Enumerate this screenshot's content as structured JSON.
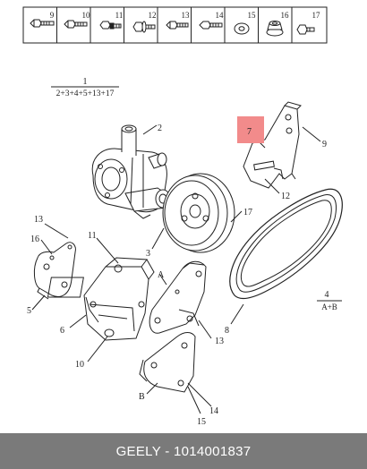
{
  "parts_strip": [
    "9",
    "10",
    "11",
    "12",
    "13",
    "14",
    "15",
    "16",
    "17"
  ],
  "assembly": {
    "number": "1",
    "formula": "2+3+4+5+13+17"
  },
  "callouts": {
    "c2": "2",
    "c3": "3",
    "c4": "4",
    "c5": "5",
    "c6": "6",
    "c7": "7",
    "c8": "8",
    "c9": "9",
    "c10": "10",
    "c11": "11",
    "c12": "12",
    "c13a": "13",
    "c13b": "13",
    "c14": "14",
    "c15": "15",
    "c16": "16",
    "c17": "17",
    "cA": "A",
    "cB": "B"
  },
  "legend4": "A+B",
  "highlight_color": "#f28b8b",
  "footer_text": "GEELY - 1014001837"
}
